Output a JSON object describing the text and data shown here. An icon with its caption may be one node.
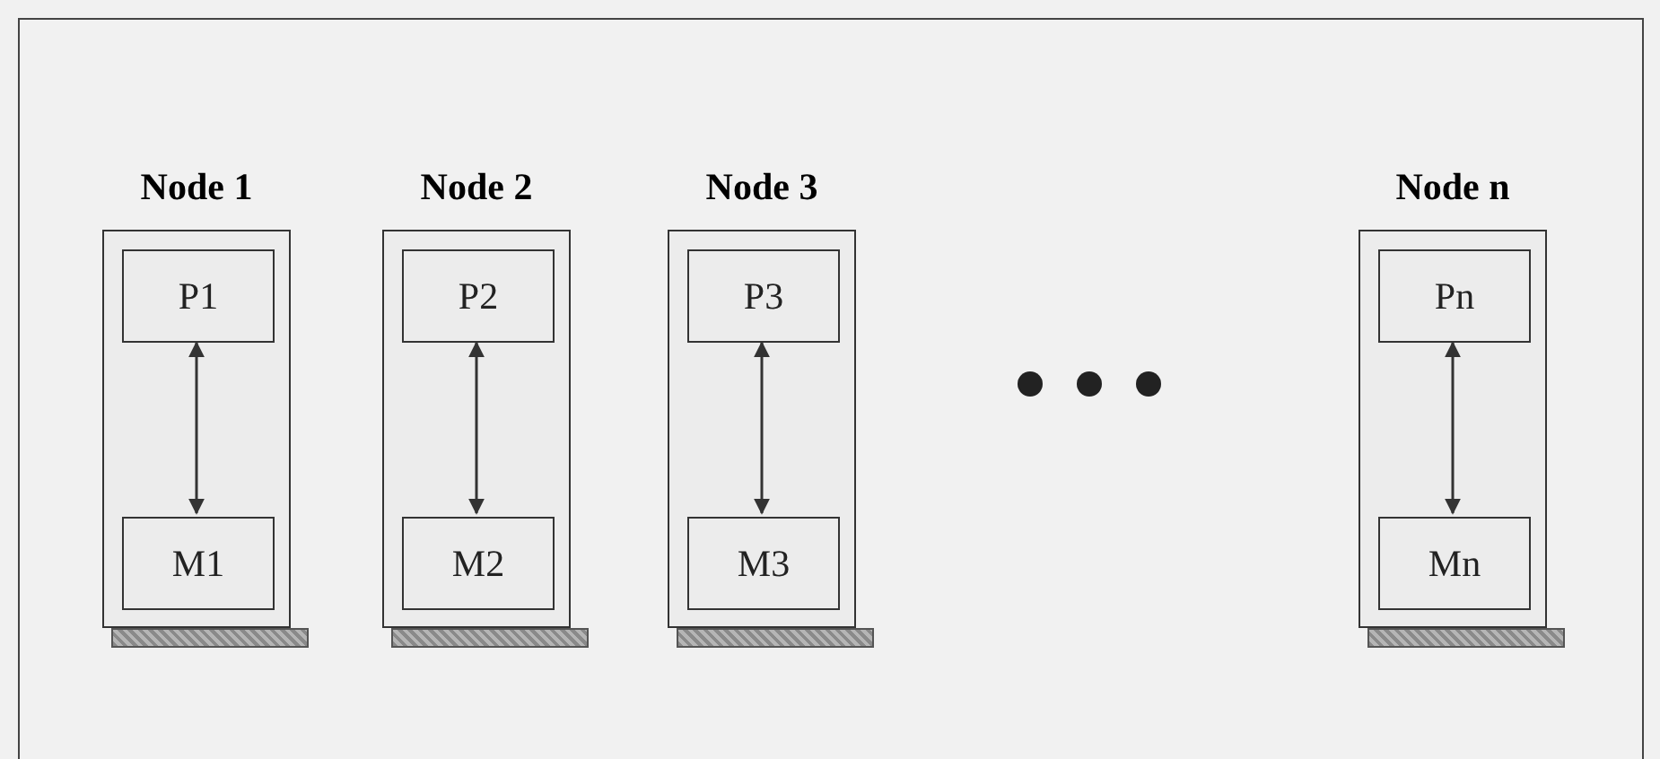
{
  "diagram": {
    "nodes": [
      {
        "text": [
          "Node 1"
        ]
      },
      {
        "text": [
          "P1"
        ],
        "in": 0
      },
      {
        "text": [
          "M1"
        ],
        "in": 0
      },
      {
        "text": [
          "Node 2"
        ]
      },
      {
        "text": [
          "P2"
        ],
        "in": 3
      },
      {
        "text": [
          "M2"
        ],
        "in": 3
      },
      {
        "text": [
          "Node 3"
        ]
      },
      {
        "text": [
          "P3"
        ],
        "in": 6
      },
      {
        "text": [
          "M3"
        ],
        "in": 6
      },
      {
        "text": [
          "Node n"
        ]
      },
      {
        "text": [
          "Pn"
        ],
        "in": 9
      },
      {
        "text": [
          "Mn"
        ],
        "in": 9
      }
    ],
    "edges": [
      {
        "from": 1,
        "to": 2,
        "arrow": "both"
      },
      {
        "from": 4,
        "to": 5,
        "arrow": "both"
      },
      {
        "from": 7,
        "to": 8,
        "arrow": "both"
      },
      {
        "from": 10,
        "to": 11,
        "arrow": "both"
      }
    ]
  }
}
